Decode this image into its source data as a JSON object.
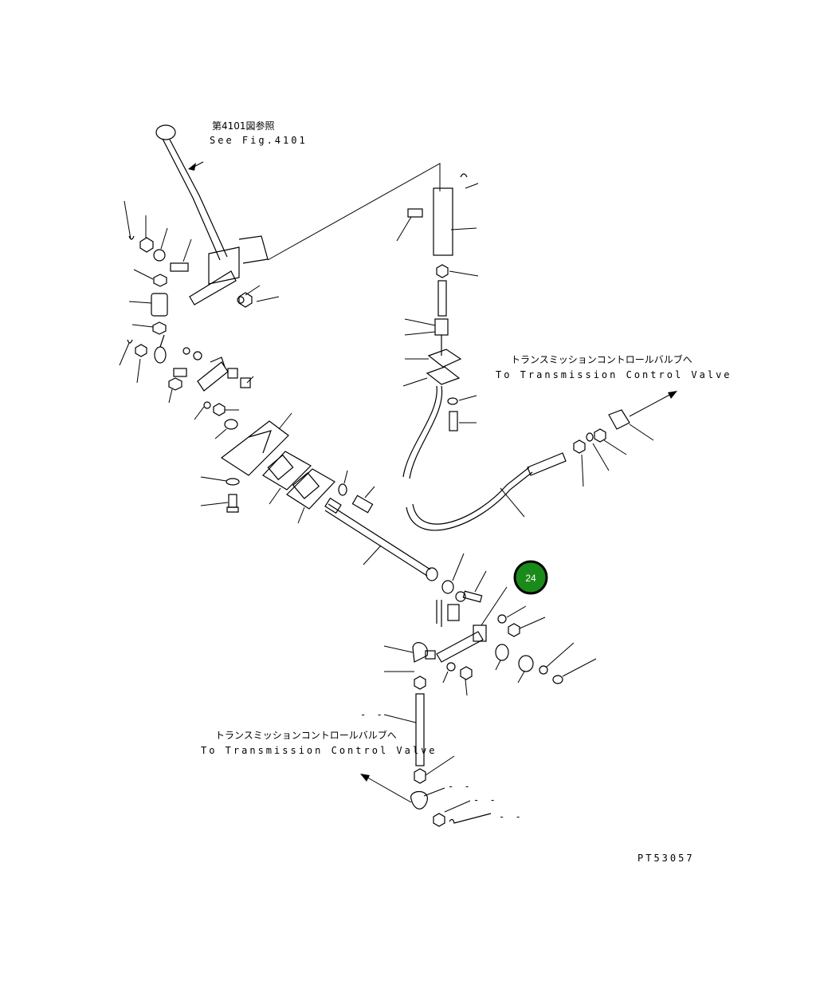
{
  "labels": {
    "fig_ref_jp": "第4101図参照",
    "fig_ref_en": "See Fig.4101",
    "tcv_jp_1": "トランスミッションコントロールバルブへ",
    "tcv_en_1": "To Transmission Control Valve",
    "tcv_jp_2": "トランスミッションコントロールバルブへ",
    "tcv_en_2": "To Transmission Control Valve",
    "drawing_code": "PT53057"
  },
  "callout": {
    "number": "24",
    "color": "#1a8a1a",
    "ring_color": "#000000"
  },
  "dashes": {
    "d1": "- -",
    "d2": "- -",
    "d3": "- -",
    "d4": "- -"
  }
}
